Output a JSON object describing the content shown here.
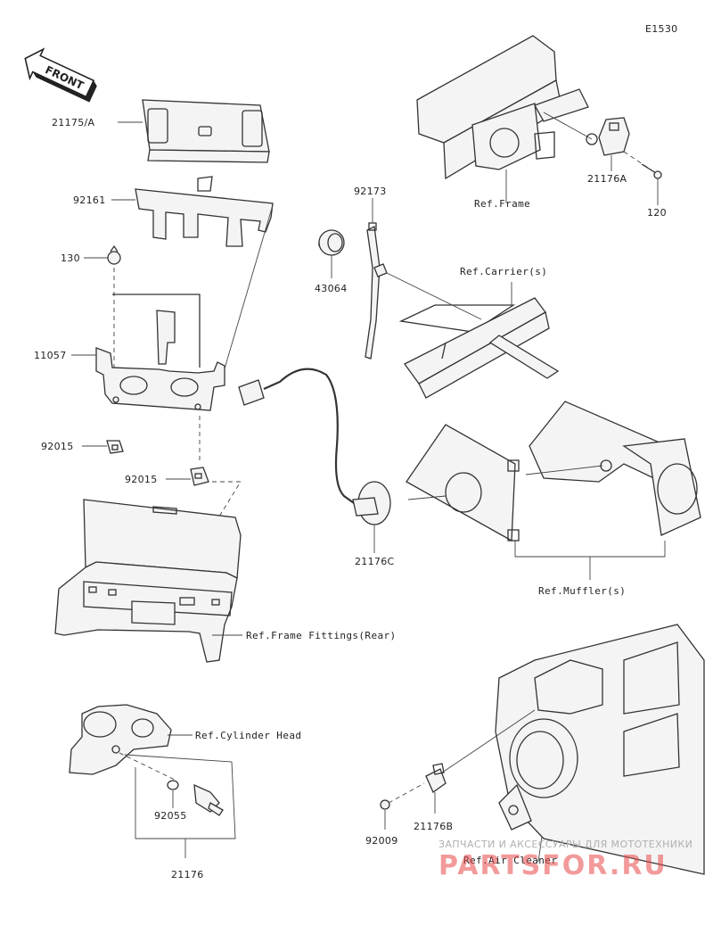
{
  "diagram_code": "E1530",
  "front_marker": "FRONT",
  "parts": {
    "p21175A": "21175/A",
    "p92161": "92161",
    "p130": "130",
    "p11057": "11057",
    "p92015a": "92015",
    "p92015b": "92015",
    "p92173": "92173",
    "p43064": "43064",
    "p21176A": "21176A",
    "p120": "120",
    "p21176C": "21176C",
    "p92055": "92055",
    "p21176": "21176",
    "p21176B": "21176B",
    "p92009": "92009"
  },
  "refs": {
    "frame": "Ref.Frame",
    "carriers": "Ref.Carrier(s)",
    "mufflers": "Ref.Muffler(s)",
    "frame_fittings_rear": "Ref.Frame Fittings(Rear)",
    "cylinder_head": "Ref.Cylinder Head",
    "air_cleaner": "Ref.Air Cleaner"
  },
  "watermark": {
    "line1": "ЗАПЧАСТИ И АКСЕССУАРЫ ДЛЯ МОТОТЕХНИКИ",
    "line2": "PARTSFOR.RU"
  }
}
